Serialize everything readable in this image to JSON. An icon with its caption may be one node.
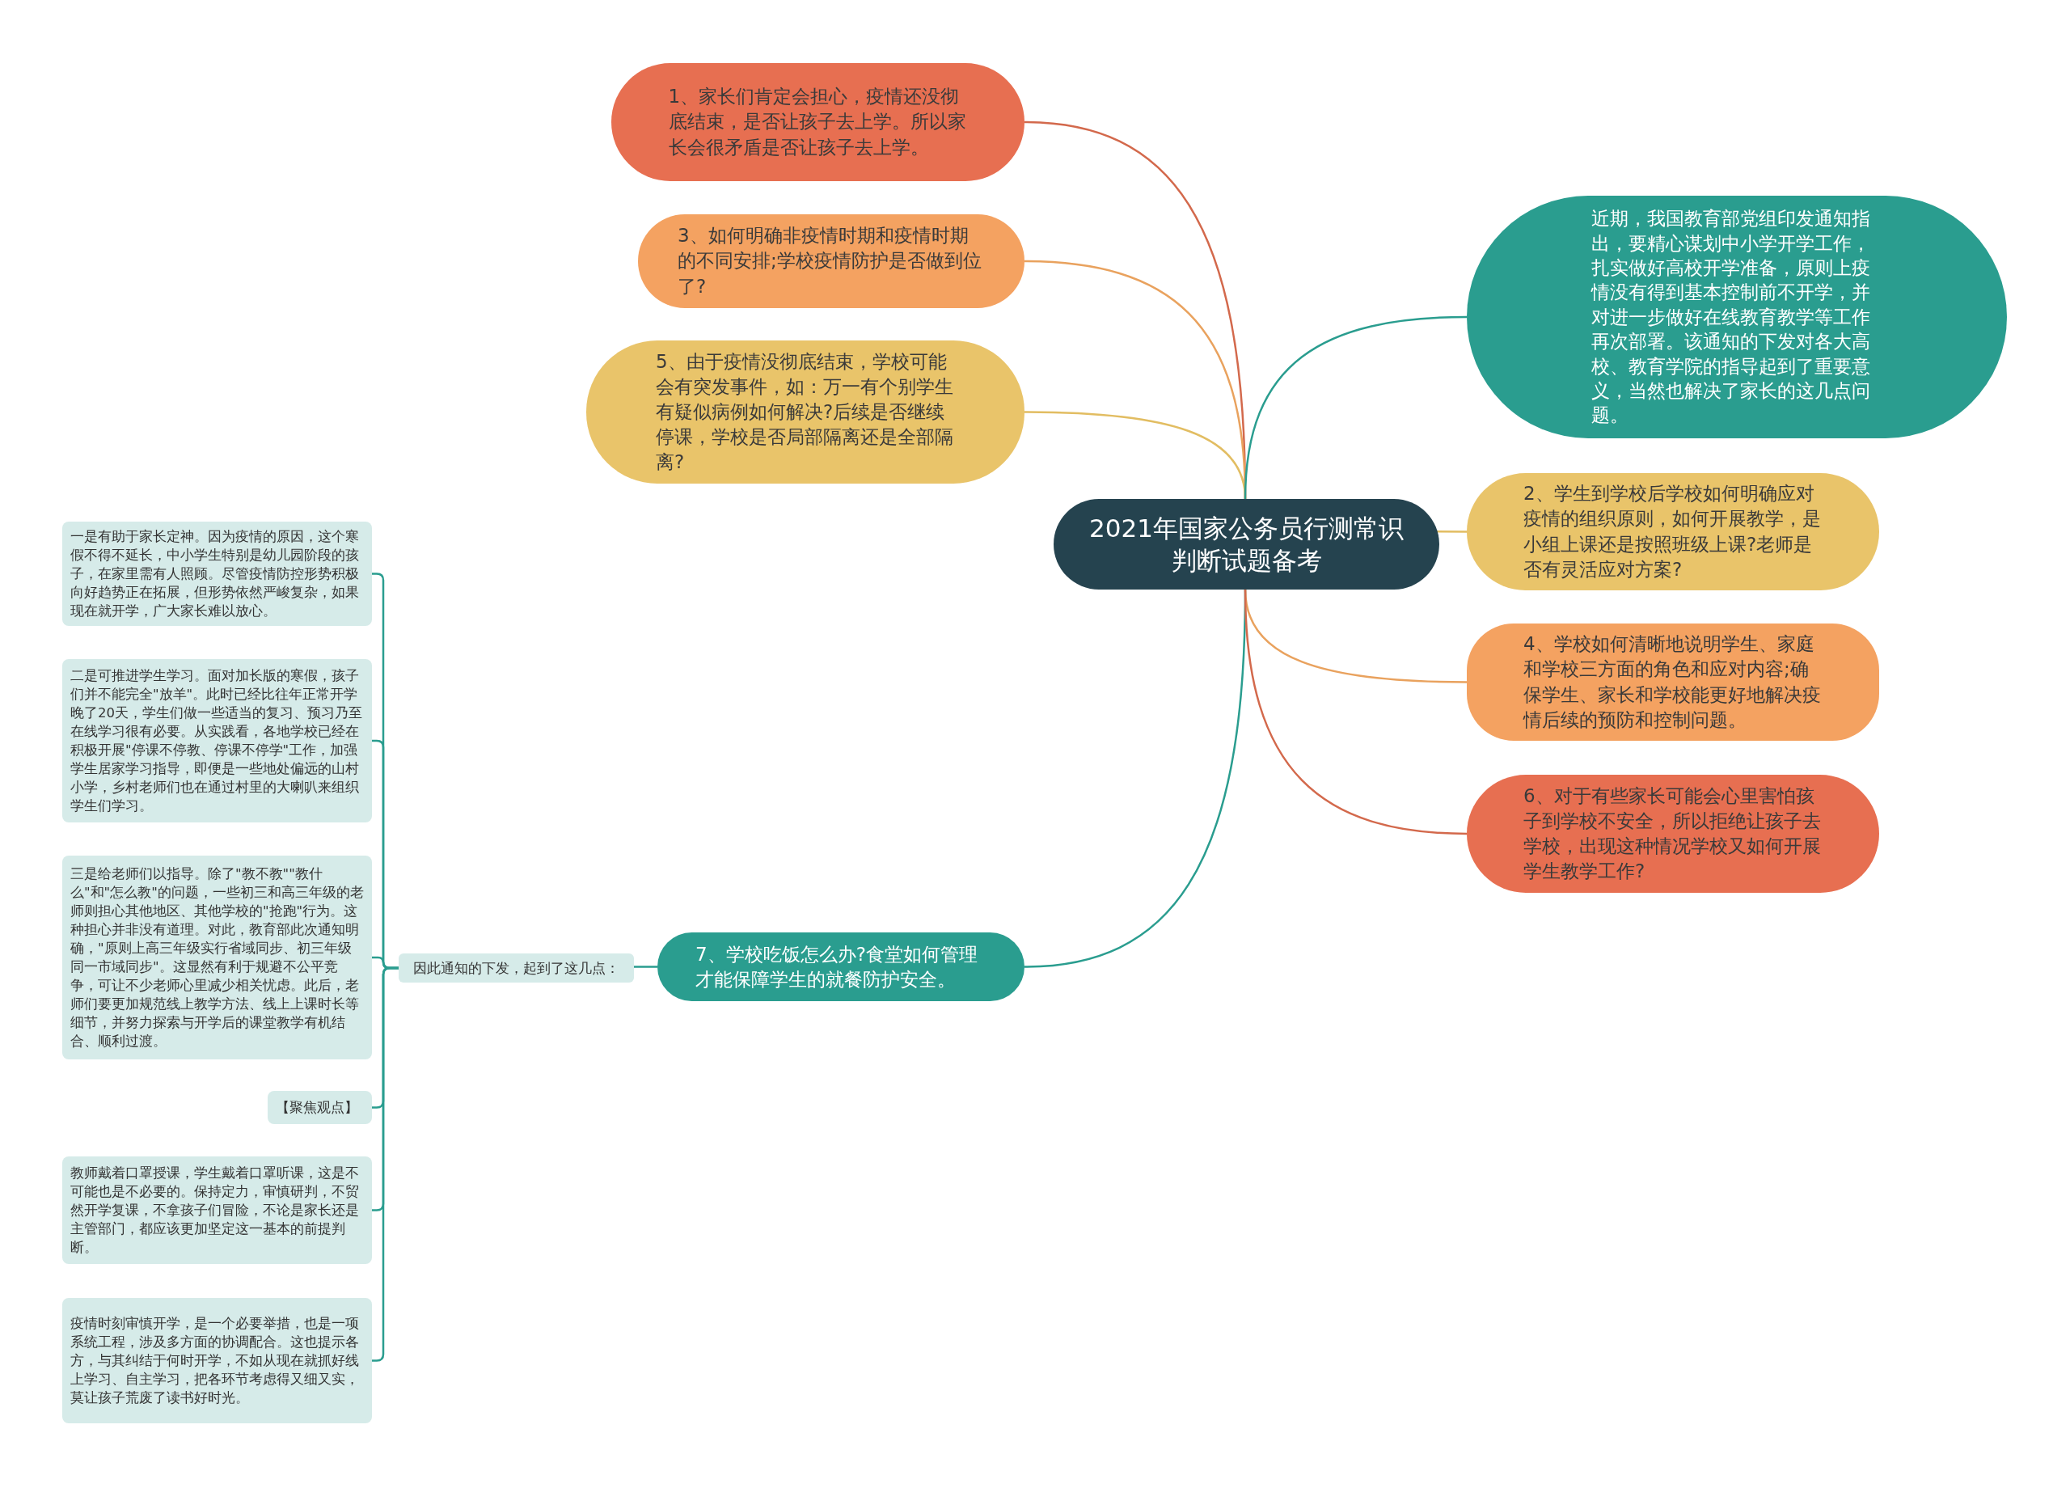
{
  "diagram": {
    "nodes": [
      {
        "text": [
          "2021年国家公务员行测常识判断试题备考"
        ]
      },
      {
        "text": [
          "1、家长们肯定会担心，疫情还没彻底结束，是否让孩子去上学。所以家长会很矛盾是否让孩子去上学。"
        ]
      },
      {
        "text": [
          "3、如何明确非疫情时期和疫情时期的不同安排;学校疫情防护是否做到位了?"
        ]
      },
      {
        "text": [
          "5、由于疫情没彻底结束，学校可能会有突发事件，如：万一有个别学生有疑似病例如何解决?后续是否继续停课，学校是否局部隔离还是全部隔离?"
        ]
      },
      {
        "text": [
          "7、学校吃饭怎么办?食堂如何管理才能保障学生的就餐防护安全。"
        ]
      },
      {
        "text": [
          "因此通知的下发，起到了这几点："
        ]
      },
      {
        "text": [
          "一是有助于家长定神。因为疫情的原因，这个寒假不得不延长，中小学生特别是幼儿园阶段的孩子，在家里需有人照顾。尽管疫情防控形势积极向好趋势正在拓展，但形势依然严峻复杂，如果现在就开学，广大家长难以放心。"
        ]
      },
      {
        "text": [
          "二是可推进学生学习。面对加长版的寒假，孩子们并不能完全\"放羊\"。此时已经比往年正常开学晚了20天，学生们做一些适当的复习、预习乃至在线学习很有必要。从实践看，各地学校已经在积极开展\"停课不停教、停课不停学\"工作，加强学生居家学习指导，即便是一些地处偏远的山村小学，乡村老师们也在通过村里的大喇叭来组织学生们学习。"
        ]
      },
      {
        "text": [
          "三是给老师们以指导。除了\"教不教\"\"教什么\"和\"怎么教\"的问题，一些初三和高三年级的老师则担心其他地区、其他学校的\"抢跑\"行为。这种担心并非没有道理。对此，教育部此次通知明确，\"原则上高三年级实行省域同步、初三年级同一市域同步\"。这显然有利于规避不公平竞争，可让不少老师心里减少相关忧虑。此后，老师们要更加规范线上教学方法、线上上课时长等细节，并努力探索与开学后的课堂教学有机结合、顺利过渡。"
        ]
      },
      {
        "text": [
          "【聚焦观点】"
        ]
      },
      {
        "text": [
          "教师戴着口罩授课，学生戴着口罩听课，这是不可能也是不必要的。保持定力，审慎研判，不贸然开学复课，不拿孩子们冒险，不论是家长还是主管部门，都应该更加坚定这一基本的前提判断。"
        ]
      },
      {
        "text": [
          "疫情时刻审慎开学，是一个必要举措，也是一项系统工程，涉及多方面的协调配合。这也提示各方，与其纠结于何时开学，不如从现在就抓好线上学习、自主学习，把各环节考虑得又细又实，莫让孩子荒废了读书好时光。"
        ]
      },
      {
        "text": [
          "近期，我国教育部党组印发通知指出，要精心谋划中小学开学工作，扎实做好高校开学准备，原则上疫情没有得到基本控制前不开学，并对进一步做好在线教育教学等工作再次部署。该通知的下发对各大高校、教育学院的指导起到了重要意义，当然也解决了家长的这几点问题。"
        ]
      },
      {
        "text": [
          "2、学生到学校后学校如何明确应对疫情的组织原则，如何开展教学，是小组上课还是按照班级上课?老师是否有灵活应对方案?"
        ]
      },
      {
        "text": [
          "4、学校如何清晰地说明学生、家庭和学校三方面的角色和应对内容;确保学生、家长和学校能更好地解决疫情后续的预防和控制问题。"
        ]
      },
      {
        "text": [
          "6、对于有些家长可能会心里害怕孩子到学校不安全，所以拒绝让孩子去学校，出现这种情况学校又如何开展学生教学工作?"
        ]
      }
    ],
    "edges": [
      {
        "from": 0,
        "to": 1,
        "arrow": "none",
        "color": "#d3694c"
      },
      {
        "from": 0,
        "to": 2,
        "arrow": "none",
        "color": "#e9a25e"
      },
      {
        "from": 0,
        "to": 3,
        "arrow": "none",
        "color": "#e2bd62"
      },
      {
        "from": 0,
        "to": 4,
        "arrow": "none"
      },
      {
        "from": 4,
        "to": 5,
        "arrow": "none"
      },
      {
        "from": 5,
        "to": 6,
        "arrow": "none"
      },
      {
        "from": 5,
        "to": 7,
        "arrow": "none"
      },
      {
        "from": 5,
        "to": 8,
        "arrow": "none"
      },
      {
        "from": 5,
        "to": 9,
        "arrow": "none"
      },
      {
        "from": 5,
        "to": 10,
        "arrow": "none"
      },
      {
        "from": 5,
        "to": 11,
        "arrow": "none"
      },
      {
        "from": 0,
        "to": 12,
        "arrow": "none"
      },
      {
        "from": 0,
        "to": 13,
        "arrow": "none",
        "color": "#e2bd62"
      },
      {
        "from": 0,
        "to": 14,
        "arrow": "none",
        "color": "#e9a25e"
      },
      {
        "from": 0,
        "to": 15,
        "arrow": "none",
        "color": "#d3694c"
      }
    ]
  }
}
